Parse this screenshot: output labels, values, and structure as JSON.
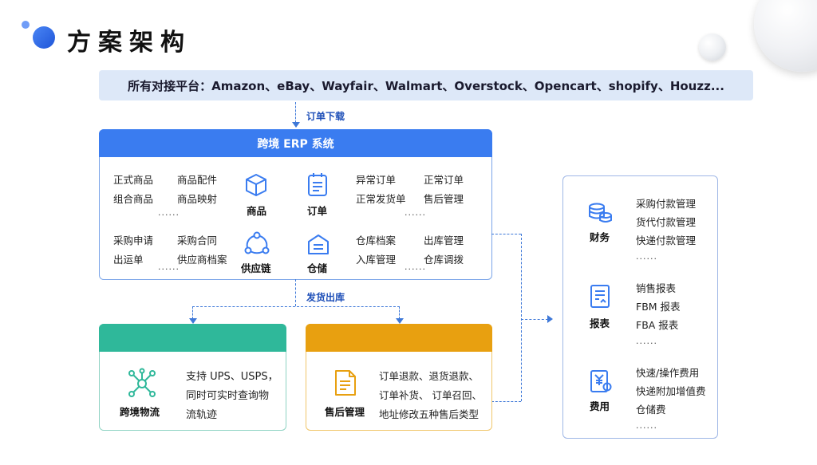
{
  "page": {
    "title": "方案架构"
  },
  "platforms": {
    "text": "所有对接平台：Amazon、eBay、Wayfair、Walmart、Overstock、Opencart、shopify、Houzz..."
  },
  "flow": {
    "order_download": "订单下载",
    "ship_out": "发货出库"
  },
  "erp": {
    "title": "跨境 ERP 系统",
    "products": {
      "icon": "box-icon",
      "label": "商品",
      "items": [
        "正式商品",
        "商品配件",
        "组合商品",
        "商品映射"
      ],
      "more": "......"
    },
    "orders": {
      "icon": "clipboard-icon",
      "label": "订单",
      "items": [
        "异常订单",
        "正常订单",
        "正常发货单",
        "售后管理"
      ],
      "more": "......"
    },
    "supply": {
      "icon": "network-icon",
      "label": "供应链",
      "items": [
        "采购申请",
        "采购合同",
        "出运单",
        "供应商档案"
      ],
      "more": "......"
    },
    "warehouse": {
      "icon": "warehouse-icon",
      "label": "仓储",
      "items": [
        "仓库档案",
        "出库管理",
        "入库管理",
        "仓库调拨"
      ],
      "more": "......"
    }
  },
  "logistics": {
    "icon": "hub-icon",
    "label": "跨境物流",
    "lines": [
      "支持 UPS、USPS，",
      "同时可实时查询物",
      "流轨迹"
    ],
    "color": "#2fb89a"
  },
  "aftersales": {
    "icon": "document-icon",
    "label": "售后管理",
    "lines": [
      "订单退款、退货退款、",
      "订单补货、 订单召回、",
      "地址修改五种售后类型"
    ],
    "color": "#e8a010"
  },
  "right_panel": {
    "finance": {
      "icon": "coins-icon",
      "label": "财务",
      "items": [
        "采购付款管理",
        "货代付款管理",
        "快递付款管理",
        "......"
      ]
    },
    "reports": {
      "icon": "report-icon",
      "label": "报表",
      "items": [
        "销售报表",
        "FBM 报表",
        "FBA 报表",
        "......"
      ]
    },
    "fees": {
      "icon": "yen-doc-icon",
      "label": "费用",
      "items": [
        "快速/操作费用",
        "快递附加增值费",
        "仓储费",
        "......"
      ]
    }
  },
  "colors": {
    "accent": "#3a7cf0",
    "arrow": "#3e78d8",
    "icon": "#3a7cf0"
  }
}
